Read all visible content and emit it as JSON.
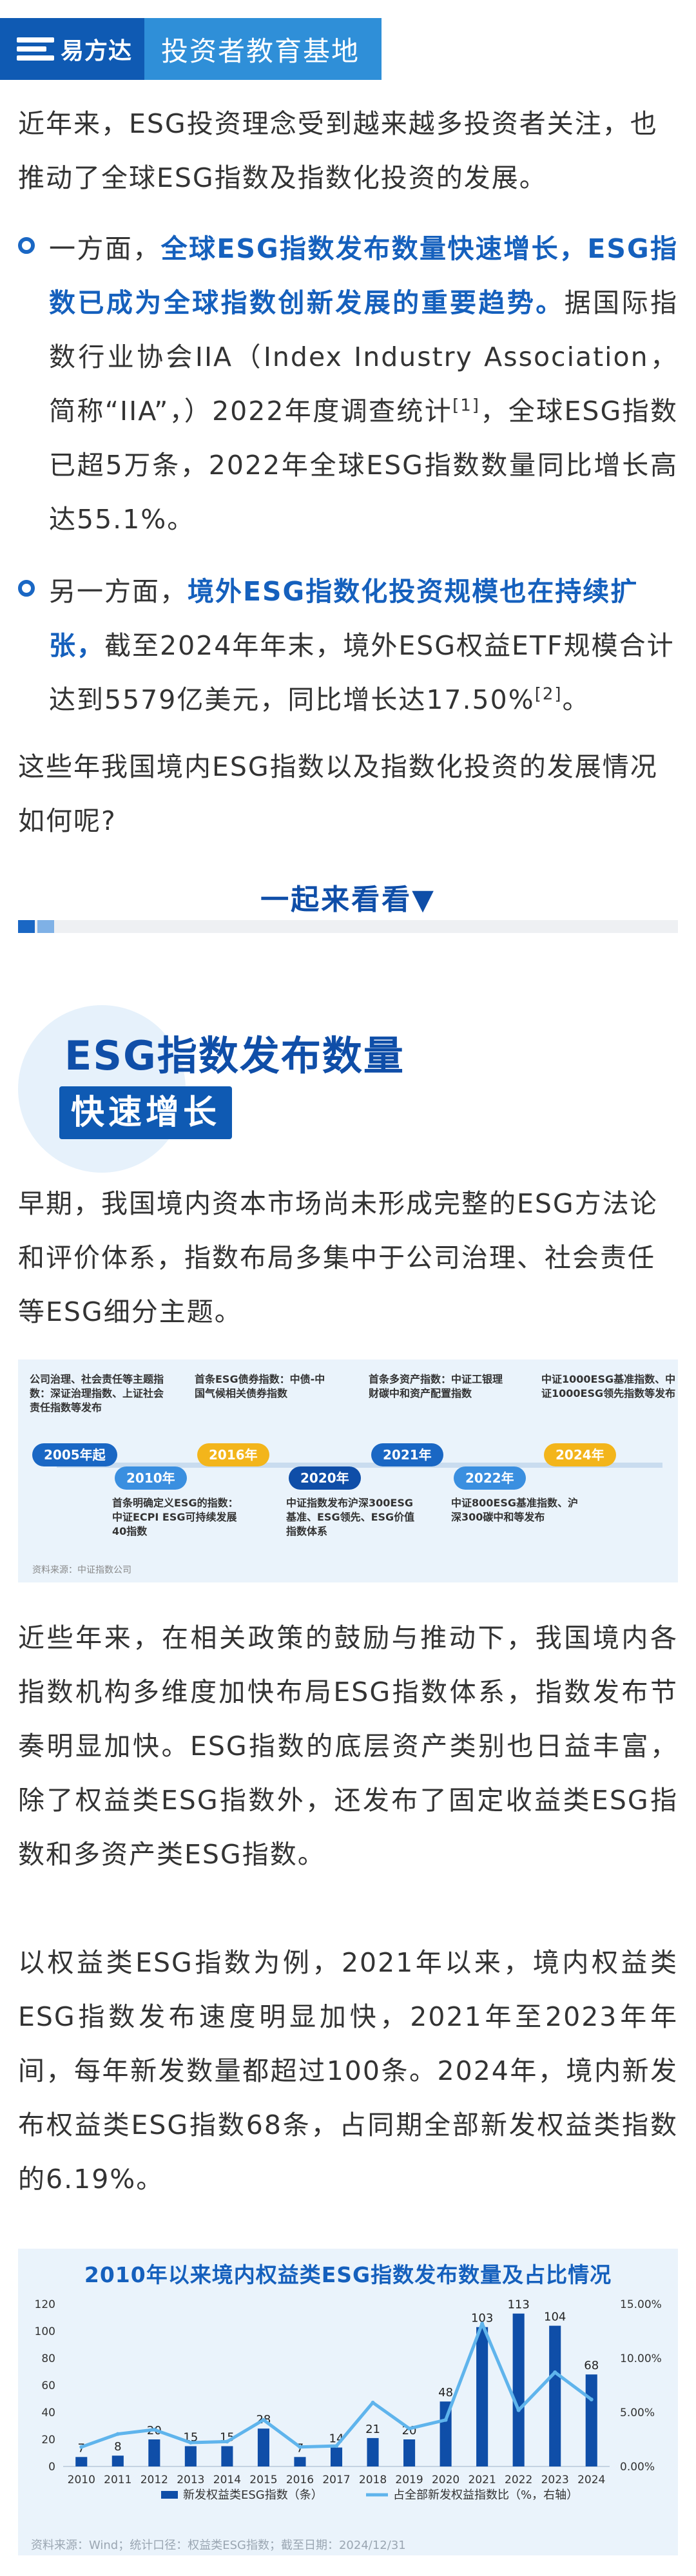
{
  "header": {
    "logo_text": "易方达",
    "title": "投资者教育基地"
  },
  "intro": {
    "text": "近年来，ESG投资理念受到越来越多投资者关注，也推动了全球ESG指数及指数化投资的发展。"
  },
  "bullet1": {
    "lead": "一方面，",
    "highlight": "全球ESG指数发布数量快速增长，ESG指数已成为全球指数创新发展的重要趋势。",
    "text_a": "据国际指数行业协会IIA（Index Industry Association，简称“IIA”，）2022年度调查统计",
    "ref": "[1]",
    "text_b": "，全球ESG指数已超5万条，2022年全球ESG指数数量同比增长高达55.1%。"
  },
  "bullet2": {
    "lead": "另一方面，",
    "highlight": "境外ESG指数化投资规模也在持续扩张，",
    "text_a": "截至2024年年末，境外ESG权益ETF规模合计达到5579亿美元，同比增长达17.50%",
    "ref": "[2]",
    "text_b": "。"
  },
  "question": {
    "text": "这些年我国境内ESG指数以及指数化投资的发展情况如何呢?"
  },
  "cta": {
    "text": "一起来看看▼"
  },
  "section": {
    "title_line1": "ESG指数发布数量",
    "title_line2": "快速增长"
  },
  "para_early": {
    "text": "早期，我国境内资本市场尚未形成完整的ESG方法论和评价体系，指数布局多集中于公司治理、社会责任等ESG细分主题。"
  },
  "timeline": {
    "source": "资料来源：中证指数公司",
    "items": [
      {
        "year": "2005年起",
        "note": "公司治理、社会责任等主题指数：深证治理指数、上证社会责任指数等发布",
        "color": "#1a67c4"
      },
      {
        "year": "2010年",
        "note": "首条明确定义ESG的指数：中证ECPI ESG可持续发展40指数",
        "color": "#3a8fe0"
      },
      {
        "year": "2016年",
        "note": "首条ESG债券指数：中债-中国气候相关债券指数",
        "color": "#f3b51b"
      },
      {
        "year": "2020年",
        "note": "中证指数发布沪深300ESG基准、ESG领先、ESG价值指数体系",
        "color": "#0f4ea8"
      },
      {
        "year": "2021年",
        "note": "首条多资产指数：中证工银理财碳中和资产配置指数",
        "color": "#1a67c4"
      },
      {
        "year": "2022年",
        "note": "中证800ESG基准指数、沪深300碳中和等发布",
        "color": "#3a8fe0"
      },
      {
        "year": "2024年",
        "note": "中证1000ESG基准指数、中证1000ESG领先指数等发布",
        "color": "#f3b51b"
      }
    ]
  },
  "para_recent": {
    "text": "近些年来，在相关政策的鼓励与推动下，我国境内各指数机构多维度加快布局ESG指数体系，指数发布节奏明显加快。ESG指数的底层资产类别也日益丰富，除了权益类ESG指数外，还发布了固定收益类ESG指数和多资产类ESG指数。"
  },
  "para_equity": {
    "text": "以权益类ESG指数为例，2021年以来，境内权益类ESG指数发布速度明显加快，2021年至2023年年间，每年新发数量都超过100条。2024年，境内新发布权益类ESG指数68条，占同期全部新发权益类指数的6.19%。"
  },
  "chart_source": "资料来源：Wind；统计口径：权益类ESG指数；截至日期：2024/12/31",
  "colors": {
    "bar": "#0f4ea8",
    "line": "#5fb4ec",
    "accent": "#1560bd"
  },
  "chart_data": {
    "type": "bar",
    "title": "2010年以来境内权益类ESG指数发布数量及占比情况",
    "categories": [
      "2010",
      "2011",
      "2012",
      "2013",
      "2014",
      "2015",
      "2016",
      "2017",
      "2018",
      "2019",
      "2020",
      "2021",
      "2022",
      "2023",
      "2024"
    ],
    "series": [
      {
        "name": "新发权益类ESG指数（条）",
        "type": "bar",
        "axis": "left",
        "values": [
          7,
          8,
          20,
          15,
          15,
          28,
          7,
          14,
          21,
          20,
          48,
          103,
          113,
          104,
          68
        ]
      },
      {
        "name": "占全部新发权益指数比（%，右轴）",
        "type": "line",
        "axis": "right",
        "values": [
          1.8,
          3.0,
          3.4,
          2.2,
          2.3,
          4.3,
          1.8,
          1.9,
          5.9,
          3.5,
          4.3,
          13.2,
          5.2,
          8.7,
          6.19
        ]
      }
    ],
    "y_left": {
      "min": 0,
      "max": 120,
      "ticks": [
        0,
        20,
        40,
        60,
        80,
        100,
        120
      ]
    },
    "y_right": {
      "min": 0,
      "max": 15,
      "ticks": [
        "0.00%",
        "5.00%",
        "10.00%",
        "15.00%"
      ]
    },
    "legend_position": "bottom",
    "grid": false
  }
}
